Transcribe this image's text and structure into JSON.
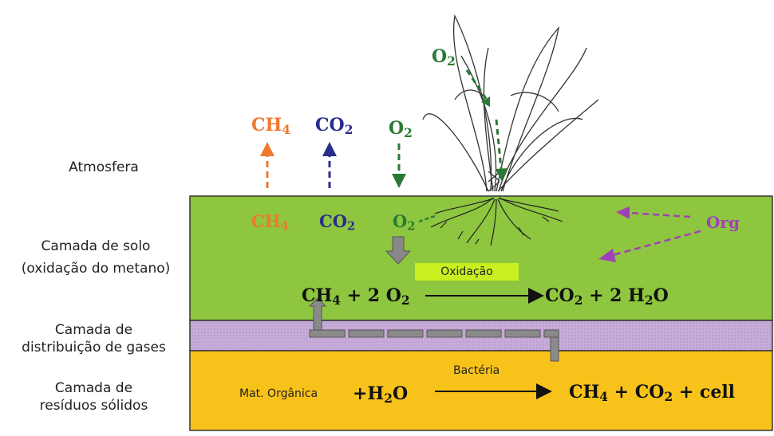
{
  "layers": {
    "atmosphere": "Atmosfera",
    "soil_line1": "Camada de solo",
    "soil_line2": "(oxidação do metano)",
    "gas_line1": "Camada de",
    "gas_line2": "distribuição de gases",
    "waste_line1": "Camada de",
    "waste_line2": "resíduos sólidos"
  },
  "atmosphere_gases": {
    "ch4": {
      "base": "CH",
      "sub": "4"
    },
    "co2": {
      "base": "CO",
      "sub": "2"
    },
    "o2": {
      "base": "O",
      "sub": "2"
    },
    "o2_plant": {
      "base": "O",
      "sub": "2"
    }
  },
  "soil_gases": {
    "ch4": {
      "base": "CH",
      "sub": "4"
    },
    "co2": {
      "base": "CO",
      "sub": "2"
    },
    "o2": {
      "base": "O",
      "sub": "2"
    },
    "org": "Org"
  },
  "oxidation": {
    "label": "Oxidação",
    "lhs": {
      "a": "CH",
      "a_sub": "4",
      "b": " + 2 O",
      "b_sub": "2"
    },
    "rhs": {
      "a": "CO",
      "a_sub": "2",
      "b": " + 2 H",
      "b_sub": "2",
      "c": "O"
    }
  },
  "waste_reaction": {
    "label": "Bactéria",
    "organic": "Mat. Orgânica",
    "water": {
      "a": "+H",
      "a_sub": "2",
      "b": "O"
    },
    "products": {
      "a": "CH",
      "a_sub": "4",
      "b": " + CO",
      "b_sub": "2",
      "c": " + cell"
    }
  },
  "colors": {
    "ch4": "#f07830",
    "co2": "#2a2e8a",
    "o2": "#2a7a35",
    "org": "#a040b8",
    "soil": "#8ec63f",
    "gas_layer": "#c4a8d8",
    "waste": "#f7c21a",
    "pipe": "#808080"
  }
}
